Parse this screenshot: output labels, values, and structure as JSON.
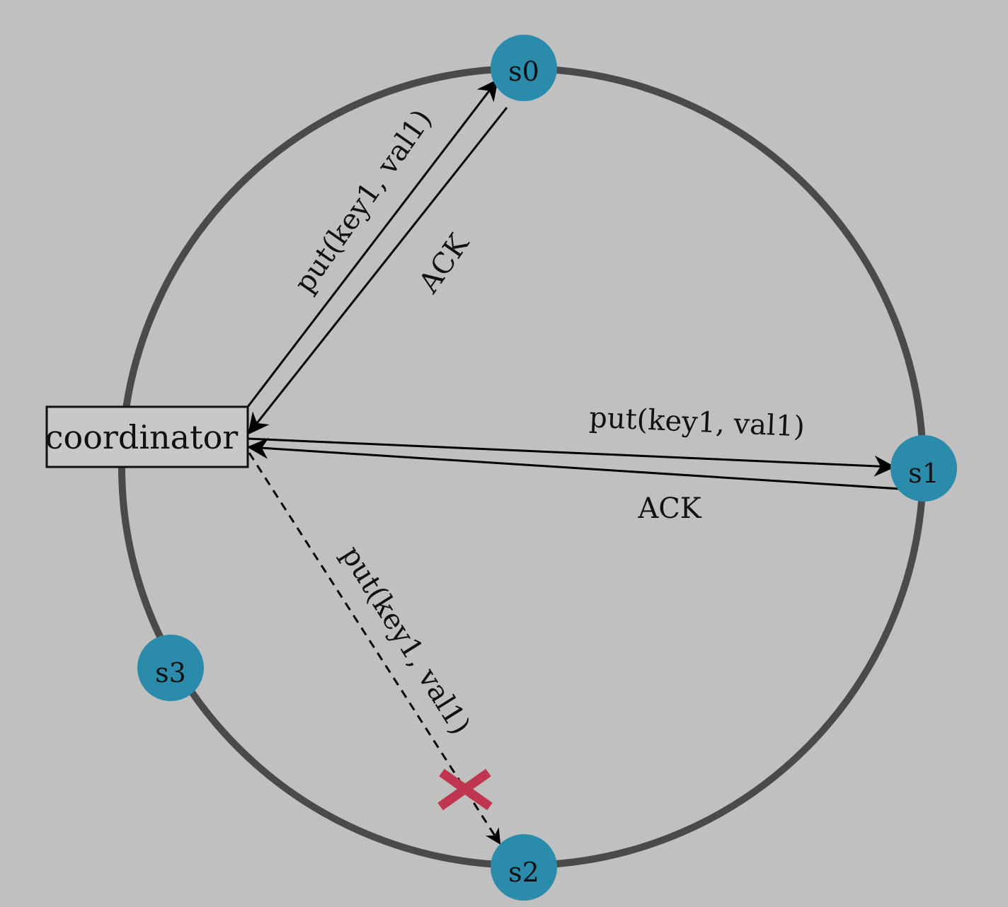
{
  "diagram": {
    "coordinator": {
      "label": "coordinator"
    },
    "nodes": {
      "s0": {
        "label": "s0"
      },
      "s1": {
        "label": "s1"
      },
      "s2": {
        "label": "s2"
      },
      "s3": {
        "label": "s3"
      }
    },
    "edges": {
      "put_s0": {
        "label": "put(key1, val1)",
        "style": "solid"
      },
      "ack_s0": {
        "label": "ACK",
        "style": "solid"
      },
      "put_s1": {
        "label": "put(key1, val1)",
        "style": "solid"
      },
      "ack_s1": {
        "label": "ACK",
        "style": "solid"
      },
      "put_s2": {
        "label": "put(key1, val1)",
        "style": "dashed",
        "failed": true
      }
    },
    "failure_mark": {
      "icon": "x-cross-icon"
    }
  },
  "colors": {
    "background": "#c0c0c0",
    "ring": "#4a4a4a",
    "node": "#2b8bab",
    "failure": "#c0354f"
  }
}
